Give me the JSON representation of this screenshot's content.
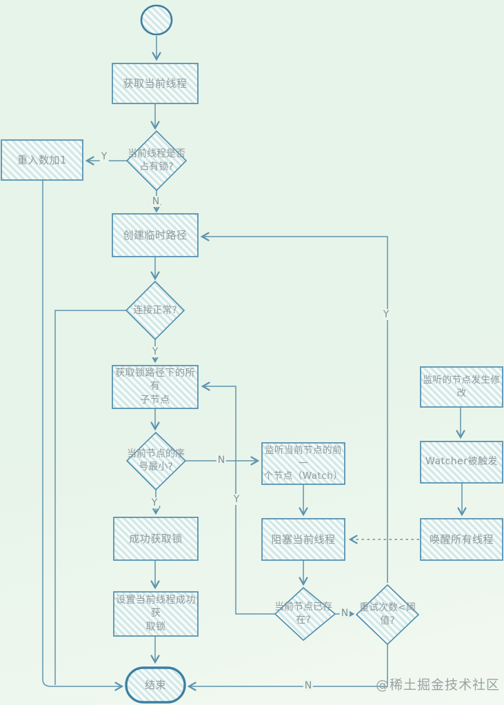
{
  "diagram": {
    "title_hint": "zookeeper-distributed-lock-flowchart",
    "colors": {
      "background": "#e9f5ec",
      "shape_stroke": "#4e8cad",
      "edge_stroke": "#5d93ad",
      "hatch_stripe": "#d2e8e8",
      "hatch_base": "#f8fcf9",
      "node_text": "#8e999d",
      "edge_label_text": "#7f9097",
      "watermark_text": "#98a2a0"
    },
    "nodes": {
      "start": {
        "type": "start-circle"
      },
      "get_thread": {
        "label": "获取当前线程"
      },
      "owns_lock": {
        "label": "当前线程是否\n占有锁?"
      },
      "reentrant_inc": {
        "label": "重入数加1"
      },
      "create_path": {
        "label": "创建临时路径"
      },
      "conn_ok": {
        "label": "连接正常?"
      },
      "get_children": {
        "label": "获取锁路径下的所有\n子节点"
      },
      "is_min": {
        "label": "当前节点的序\n号最小?"
      },
      "watch_prev": {
        "label": "监听当前节点的前一\n个节点（Watch）"
      },
      "block_thread": {
        "label": "阻塞当前线程"
      },
      "node_exists": {
        "label": "当前节点已存\n在?"
      },
      "retry_lt_threshold": {
        "label": "重试次数<阈\n值?"
      },
      "acquire_ok": {
        "label": "成功获取锁"
      },
      "set_success": {
        "label": "设置当前线程成功获\n取锁"
      },
      "end": {
        "label": "结束"
      },
      "node_modified": {
        "label": "监听的节点发生修改"
      },
      "watcher_fired": {
        "label": "Watcher被触发"
      },
      "wake_all": {
        "label": "唤醒所有线程"
      }
    },
    "edge_labels": {
      "yes": "Y",
      "no": "N"
    },
    "watermark": "@稀土掘金技术社区"
  }
}
